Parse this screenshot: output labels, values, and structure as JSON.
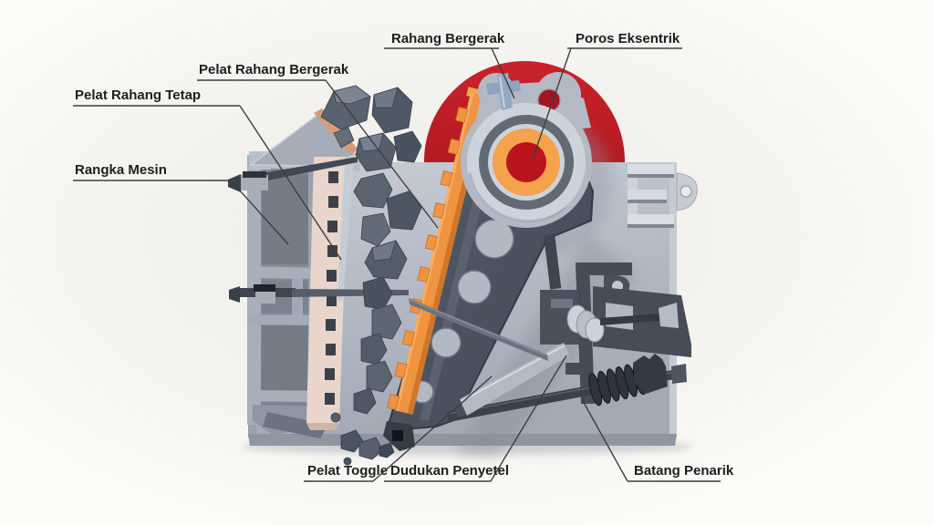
{
  "diagram": {
    "subject": "jaw-crusher-cutaway-diagram",
    "labels": [
      {
        "id": "rahang-bergerak",
        "text": "Rahang Bergerak"
      },
      {
        "id": "poros-eksentrik",
        "text": "Poros Eksentrik"
      },
      {
        "id": "pelat-rahang-bergerak",
        "text": "Pelat Rahang Bergerak"
      },
      {
        "id": "pelat-rahang-tetap",
        "text": "Pelat Rahang Tetap"
      },
      {
        "id": "rangka-mesin",
        "text": "Rangka Mesin"
      },
      {
        "id": "pelat-toggle",
        "text": "Pelat Toggle"
      },
      {
        "id": "dudukan-penyetel",
        "text": "Dudukan Penyetel"
      },
      {
        "id": "batang-penarik",
        "text": "Batang Penarik"
      }
    ],
    "palette": {
      "background": "#fcfbf8",
      "flywheel_red": "#bf1c24",
      "hub_red": "#ba151e",
      "eccentric_orange": "#f4a24c",
      "jaw_plate_orange": "#ef9441",
      "moving_jaw_dark": "#4b5360",
      "machine_body_gray": "#b6bcc7",
      "fixed_plate_tan": "#e9d5cb",
      "rock_gray": "#57606d",
      "annotation_line": "#3d3d3d",
      "label_text": "#1e1e1e"
    }
  }
}
